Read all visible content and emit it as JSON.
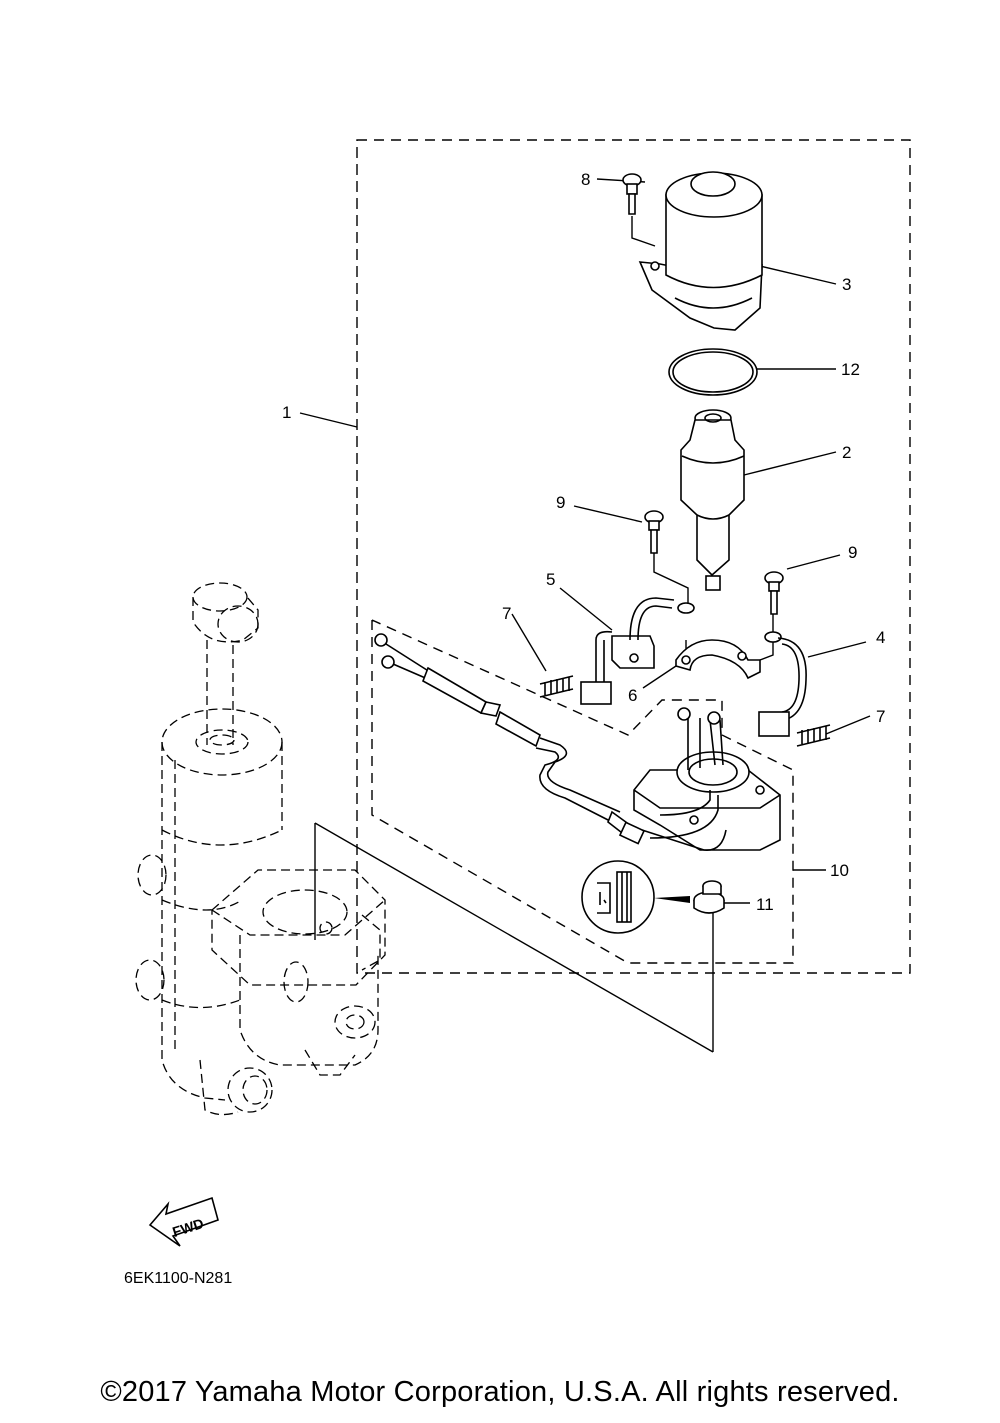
{
  "callouts": {
    "c1": "1",
    "c2": "2",
    "c3": "3",
    "c4": "4",
    "c5": "5",
    "c6": "6",
    "c7a": "7",
    "c7b": "7",
    "c8": "8",
    "c9a": "9",
    "c9b": "9",
    "c10": "10",
    "c11": "11",
    "c12": "12"
  },
  "fwd_label": "FWD",
  "diagram_code": "6EK1100-N281",
  "copyright": "©2017 Yamaha Motor Corporation, U.S.A. All rights reserved."
}
